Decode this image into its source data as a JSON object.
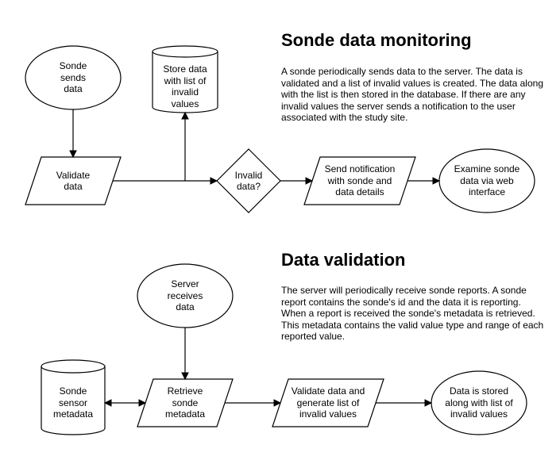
{
  "section1": {
    "title": "Sonde data monitoring",
    "description": "A sonde periodically sends data to the server. The data is validated and a list of invalid values is created. The data along with the list is then stored in the database. If there are any invalid values the server sends a notification to the user associated with the study site.",
    "nodes": {
      "sonde_sends": "Sonde\nsends\ndata",
      "store_data": "Store data\nwith list of\ninvalid\nvalues",
      "validate": "Validate\ndata",
      "invalid_decision": "Invalid\ndata?",
      "send_notification": "Send notification\nwith sonde and\ndata details",
      "examine": "Examine sonde\ndata via web\ninterface"
    }
  },
  "section2": {
    "title": "Data validation",
    "description": "The server will periodically receive sonde reports. A sonde report contains the sonde's id and the data it is reporting. When a report is received the sonde's metadata is retrieved. This metadata contains the valid value type and range of each reported value.",
    "nodes": {
      "server_receives": "Server\nreceives\ndata",
      "sensor_metadata": "Sonde\nsensor\nmetadata",
      "retrieve_metadata": "Retrieve\nsonde\nmetadata",
      "validate_generate": "Validate data and\ngenerate list of\ninvalid values",
      "data_stored": "Data is stored\nalong with list of\ninvalid values"
    }
  }
}
